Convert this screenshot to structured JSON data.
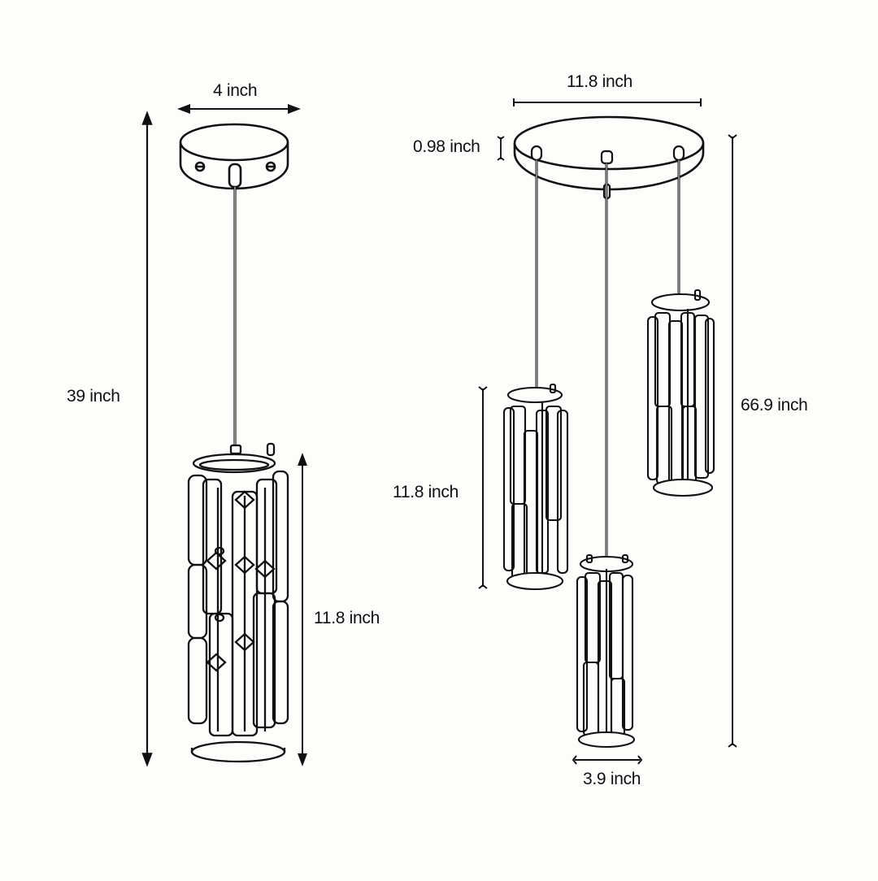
{
  "diagram": {
    "title": "Crystal pendant light dimension diagram",
    "background_color": "#fdfdfb",
    "line_color": "#111111",
    "single_pendant": {
      "canopy_width": "4 inch",
      "overall_height": "39 inch",
      "shade_height": "11.8 inch"
    },
    "triple_pendant": {
      "canopy_diameter": "11.8 inch",
      "canopy_thickness": "0.98 inch",
      "shade_height": "11.8 inch",
      "overall_height": "66.9 inch",
      "shade_diameter": "3.9 inch"
    }
  }
}
